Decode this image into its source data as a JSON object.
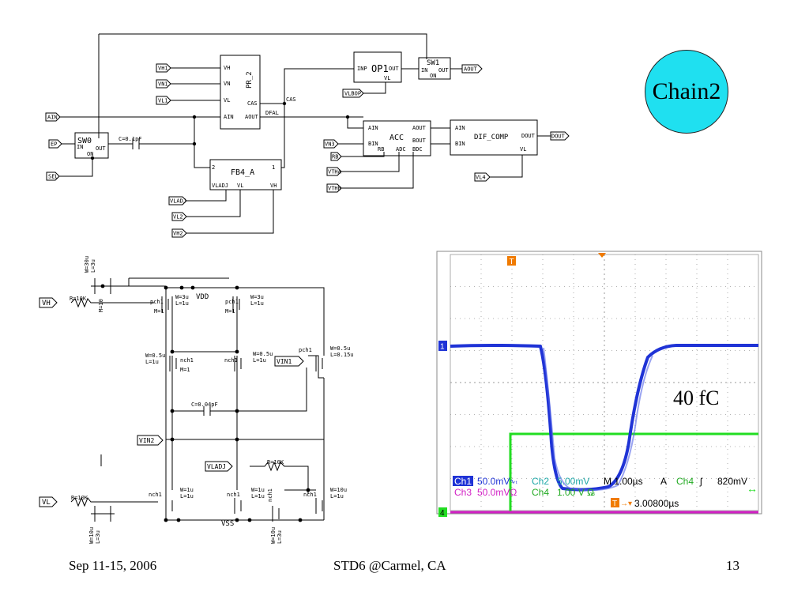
{
  "badge": "Chain2",
  "footer": {
    "date": "Sep 11-15, 2006",
    "venue": "STD6 @Carmel, CA",
    "page": "13"
  },
  "block_diagram": {
    "blocks": {
      "sw0": "SW0",
      "pr2": "PR_2",
      "op1": "OP1",
      "sw1": "SW1",
      "acc": "ACC",
      "dif": "DIF_COMP",
      "fb4": "FB4_A"
    },
    "ports": {
      "vh": "VH",
      "vn": "VN",
      "vl": "VL",
      "ain": "AIN",
      "aout": "AOUT",
      "cas": "CAS",
      "inp": "INP",
      "out": "OUT",
      "in": "IN",
      "on": "ON",
      "bin": "BIN",
      "rb": "RB",
      "adc": "ADC",
      "bdc": "BDC",
      "bout": "BOUT",
      "dout": "DOUT",
      "vladj": "VLADJ",
      "one": "1",
      "two": "2"
    },
    "pins": {
      "vh1": "VH1",
      "vn1": "VN1",
      "vl1": "VL1",
      "ain": "AIN",
      "ep": "EP",
      "sel": "SEL",
      "aout": "AOUT",
      "vlbop": "VLBOP",
      "vn3": "VN3",
      "rb": "RB",
      "vtha": "VTHA",
      "vthb": "VTHB",
      "dout": "DOUT",
      "vl4": "VL4",
      "vladj": "VLADJ",
      "vl2": "VL2",
      "vh2": "VH2"
    },
    "cap_label": "C=0.1pF",
    "dfal": "DFAL"
  },
  "transistor_schematic": {
    "vdd": "VDD",
    "vss": "VSS",
    "pins": {
      "vh": "VH",
      "vl": "VL",
      "vin1": "VIN1",
      "vin2": "VIN2",
      "vladj": "VLADJ"
    },
    "labels": {
      "pch1": "pch1",
      "nch1": "nch1",
      "w3u": "W=3u",
      "l1u": "L=1u",
      "m1": "M=1",
      "w05u": "W=0.5u",
      "l015u": "L=0.15u",
      "w1u": "W=1u",
      "w10u": "W=10u",
      "l3u": "L=3u",
      "w30u": "W=30u",
      "r10k": "R=10K",
      "cap": "C=0.04pF",
      "m10": "M=10"
    }
  },
  "scope": {
    "annotation": "40 fC",
    "trigger_marker": "T",
    "ch1_marker": "1",
    "ch4_marker": "4",
    "readout": {
      "ch1": "Ch1",
      "ch1_scale": "50.0mV",
      "ch2": "Ch2",
      "ch2_scale": "5.00mV",
      "timebase": "M 1.00µs",
      "trig_mode": "A",
      "trig_src": "Ch4",
      "trig_level": "820mV",
      "ch3": "Ch3",
      "ch3_scale": "50.0mVΩ",
      "ch4": "Ch4",
      "ch4_scale": "1.00 V Ω",
      "delay": "3.00800µs"
    },
    "colors": {
      "ch1": "#1f33d6",
      "ch2": "#1fa8a8",
      "ch3": "#d11fc4",
      "ch4": "#22dd22",
      "marker": "#f07a00"
    }
  }
}
